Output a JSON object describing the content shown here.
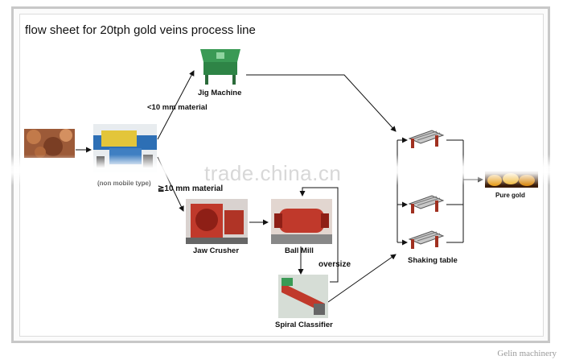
{
  "title": "flow sheet for 20tph gold veins process line",
  "nodes": {
    "jig": "Jig Machine",
    "feeder": "(non mobile type)",
    "jaw_crusher": "Jaw Crusher",
    "ball_mill": "Ball Mill",
    "spiral_classifier": "Spiral Classifier",
    "shaking_table": "Shaking table",
    "pure_gold": "Pure gold"
  },
  "edges": {
    "fine": "<10 mm material",
    "coarse": "≧10 mm material",
    "oversize": "oversize"
  },
  "watermark": "trade.china.cn",
  "credit": "Gelin machinery",
  "colors": {
    "jig_green": "#3a9a55",
    "crusher_red": "#c0392b",
    "ore_brown": "#a0522d",
    "gold": "#e8a020"
  }
}
